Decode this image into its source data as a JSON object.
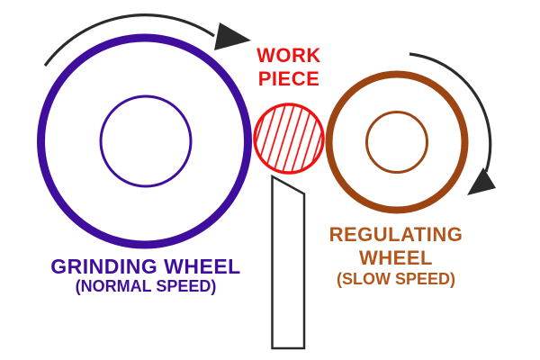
{
  "colors": {
    "grinding_purple": "#3F0E9C",
    "regulating_brown": "#9C4513",
    "regulating_text_brown": "#B2571C",
    "work_red": "#EE1111",
    "arrow_black": "#2B2B2B",
    "blade_outline": "#2B2B2B"
  },
  "labels": {
    "work_piece": {
      "line1": "WORK",
      "line2": "PIECE"
    },
    "grinding_wheel": {
      "name": "GRINDING WHEEL",
      "speed": "(NORMAL SPEED)"
    },
    "regulating_wheel": {
      "name_line1": "REGULATING",
      "name_line2": "WHEEL",
      "speed": "(SLOW SPEED)"
    }
  }
}
